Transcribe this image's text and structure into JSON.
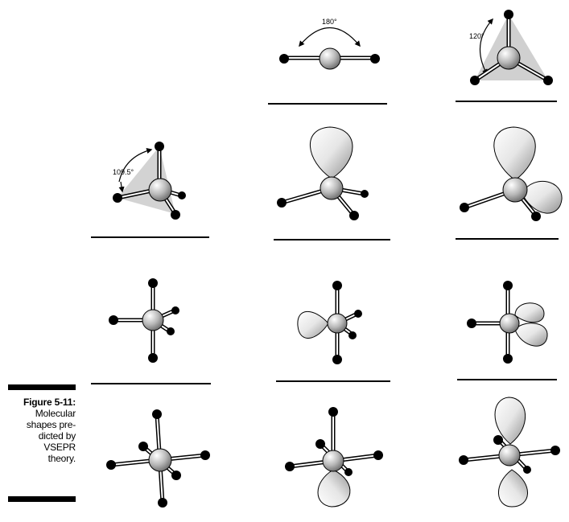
{
  "figure": {
    "label": "Figure 5-11:",
    "caption_lines": [
      "Molecular",
      "shapes pre-",
      "dicted by",
      "VSEPR",
      "theory."
    ]
  },
  "angles": {
    "linear": "180°",
    "trigonal": "120°",
    "tetrahedral": "109.5°"
  },
  "colors": {
    "atom": "#000000",
    "lobe_light": "#ffffff",
    "lobe_dark": "#9a9a9a",
    "plane": "#cfcfcf",
    "rule": "#000000"
  }
}
